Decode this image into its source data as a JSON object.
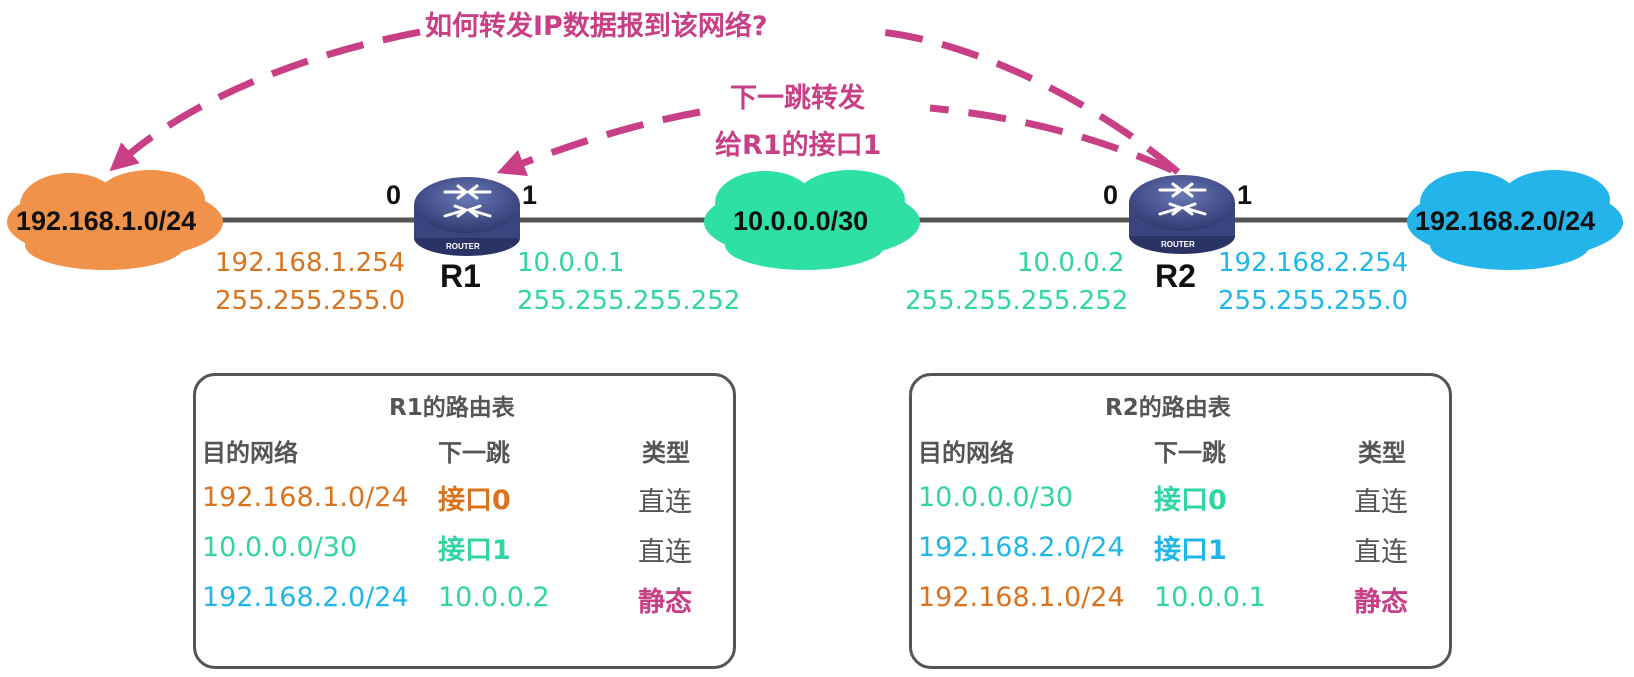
{
  "annotations": {
    "question": "如何转发IP数据报到该网络?",
    "next_hop_line1": "下一跳转发",
    "next_hop_line2": "给R1的接口1"
  },
  "networks": {
    "left": "192.168.1.0/24",
    "middle": "10.0.0.0/30",
    "right": "192.168.2.0/24"
  },
  "routers": {
    "r1": {
      "name": "R1",
      "icon_text": "ROUTER",
      "port0": "0",
      "port1": "1",
      "if0_ip": "192.168.1.254",
      "if0_mask": "255.255.255.0",
      "if1_ip": "10.0.0.1",
      "if1_mask": "255.255.255.252"
    },
    "r2": {
      "name": "R2",
      "icon_text": "ROUTER",
      "port0": "0",
      "port1": "1",
      "if0_ip": "10.0.0.2",
      "if0_mask": "255.255.255.252",
      "if1_ip": "192.168.2.254",
      "if1_mask": "255.255.255.0"
    }
  },
  "routing_tables": [
    {
      "title": "R1的路由表",
      "headers": [
        "目的网络",
        "下一跳",
        "类型"
      ],
      "rows": [
        {
          "dest": "192.168.1.0/24",
          "next_hop": "接口0",
          "type": "直连"
        },
        {
          "dest": "10.0.0.0/30",
          "next_hop": "接口1",
          "type": "直连"
        },
        {
          "dest": "192.168.2.0/24",
          "next_hop": "10.0.0.2",
          "type": "静态"
        }
      ]
    },
    {
      "title": "R2的路由表",
      "headers": [
        "目的网络",
        "下一跳",
        "类型"
      ],
      "rows": [
        {
          "dest": "10.0.0.0/30",
          "next_hop": "接口0",
          "type": "直连"
        },
        {
          "dest": "192.168.2.0/24",
          "next_hop": "接口1",
          "type": "直连"
        },
        {
          "dest": "192.168.1.0/24",
          "next_hop": "10.0.0.1",
          "type": "静态"
        }
      ]
    }
  ],
  "colors": {
    "orange": "#d9731d",
    "orange_cloud": "#f0924a",
    "green": "#2fd5a2",
    "green_cloud": "#2ee0a6",
    "blue": "#21b6e8",
    "blue_cloud": "#23b4ea",
    "magenta": "#c83f86",
    "router": "#4a5590"
  }
}
